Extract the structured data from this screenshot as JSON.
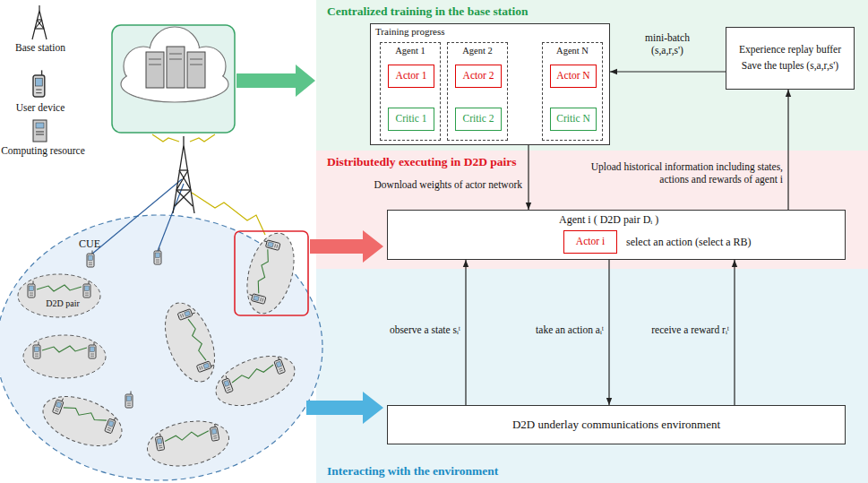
{
  "diagram": {
    "nodes": [
      {
        "text": [
          "Centralized training in the base station"
        ]
      },
      {
        "text": [
          "Training progress"
        ],
        "in": 0
      },
      {
        "text": [
          "Agent 1"
        ],
        "in": 1
      },
      {
        "text": [
          "Actor 1"
        ],
        "in": 2
      },
      {
        "text": [
          "Critic 1"
        ],
        "in": 2
      },
      {
        "text": [
          "Agent 2"
        ],
        "in": 1
      },
      {
        "text": [
          "Actor 2"
        ],
        "in": 5
      },
      {
        "text": [
          "Critic 2"
        ],
        "in": 5
      },
      {
        "text": [
          "Agent N"
        ],
        "in": 1
      },
      {
        "text": [
          "Actor N"
        ],
        "in": 8
      },
      {
        "text": [
          "Critic N"
        ],
        "in": 8
      },
      {
        "text": [
          "Experience replay buffer",
          "Save the tuples (s,a,r,s')"
        ],
        "in": 0
      },
      {
        "text": [
          "Distributedly executing in D2D pairs"
        ]
      },
      {
        "text": [
          "Agent i ( D2D pair Dᵢ )",
          "select an action (select a RB)"
        ],
        "in": 12
      },
      {
        "text": [
          "Actor i"
        ],
        "in": 13
      },
      {
        "text": [
          "Interacting with the environment"
        ]
      },
      {
        "text": [
          "D2D underlay communications environment"
        ],
        "in": 15
      },
      {
        "text": [
          "D2D pair"
        ]
      }
    ],
    "edges": [
      {
        "from": 11,
        "to": 1,
        "arrow": "to",
        "label": "mini-batch (s,a,r,s')"
      },
      {
        "from": 1,
        "to": 13,
        "arrow": "to",
        "label": "Download weights of actor network"
      },
      {
        "from": 13,
        "to": 11,
        "arrow": "to",
        "label": "Upload historical information including states, actions and rewards of agent i"
      },
      {
        "from": 16,
        "to": 13,
        "arrow": "to",
        "label": "observe a state sᵢᵗ"
      },
      {
        "from": 13,
        "to": 16,
        "arrow": "to",
        "label": "take an action aᵢᵗ"
      },
      {
        "from": 16,
        "to": 13,
        "arrow": "to",
        "label": "receive a reward rᵢᵗ"
      }
    ],
    "labels": [
      "CUE"
    ],
    "legend": [
      {
        "text": "Base station"
      },
      {
        "text": "User device"
      },
      {
        "text": "Computing resource"
      }
    ]
  }
}
